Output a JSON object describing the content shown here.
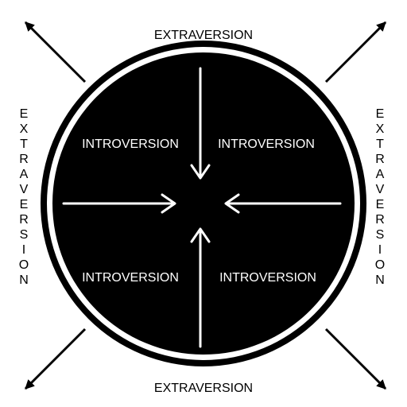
{
  "labels": {
    "top": "EXTRAVERSION",
    "bottom": "EXTRAVERSION",
    "left": "EXTRAVERSION",
    "right": "EXTRAVERSION",
    "quadrant_top_left": "INTROVERSION",
    "quadrant_top_right": "INTROVERSION",
    "quadrant_bottom_left": "INTROVERSION",
    "quadrant_bottom_right": "INTROVERSION"
  },
  "colors": {
    "background": "#ffffff",
    "circle": "#000000",
    "inner_text": "#ffffff",
    "outer_text": "#000000"
  },
  "icons": {
    "outward_arrows": [
      "arrow-up-left-icon",
      "arrow-up-right-icon",
      "arrow-down-left-icon",
      "arrow-down-right-icon"
    ],
    "inward_arrows": [
      "arrow-down-icon",
      "arrow-up-icon",
      "arrow-right-icon",
      "arrow-left-icon"
    ]
  }
}
